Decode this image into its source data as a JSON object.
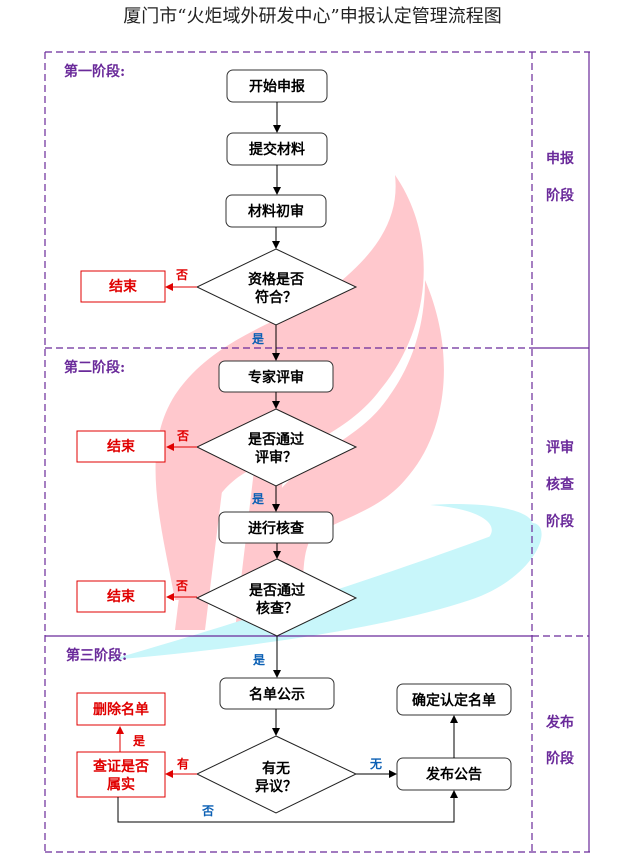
{
  "title": "厦门市“火炬域外研发中心”申报认定管理流程图",
  "colors": {
    "border": "#6a2a9a",
    "end_red": "#e00000",
    "yes_blue": "#0a5fb4",
    "watermark_red": "#ffc8cd",
    "watermark_cyan": "#c8f6fa"
  },
  "stages": [
    {
      "label": "第一阶段:",
      "side": [
        "申报",
        "阶段"
      ]
    },
    {
      "label": "第二阶段:",
      "side": [
        "评审",
        "核查",
        "阶段"
      ]
    },
    {
      "label": "第三阶段:",
      "side": [
        "发布",
        "阶段"
      ]
    }
  ],
  "nodes": {
    "start": "开始申报",
    "submit": "提交材料",
    "initial_review": "材料初审",
    "qualify_q": [
      "资格是否",
      "符合？"
    ],
    "expert_review": "专家评审",
    "pass_review_q": [
      "是否通过",
      "评审？"
    ],
    "verify": "进行核查",
    "pass_verify_q": [
      "是否通过",
      "核查？"
    ],
    "publicity": "名单公示",
    "objection_q": [
      "有无",
      "异议？"
    ],
    "announce": "发布公告",
    "confirm": "确定认定名单",
    "check_true": [
      "查证是否",
      "属实"
    ],
    "remove": "删除名单",
    "end": "结束"
  },
  "edge_labels": {
    "no": "否",
    "yes": "是",
    "has": "有",
    "none": "无"
  }
}
